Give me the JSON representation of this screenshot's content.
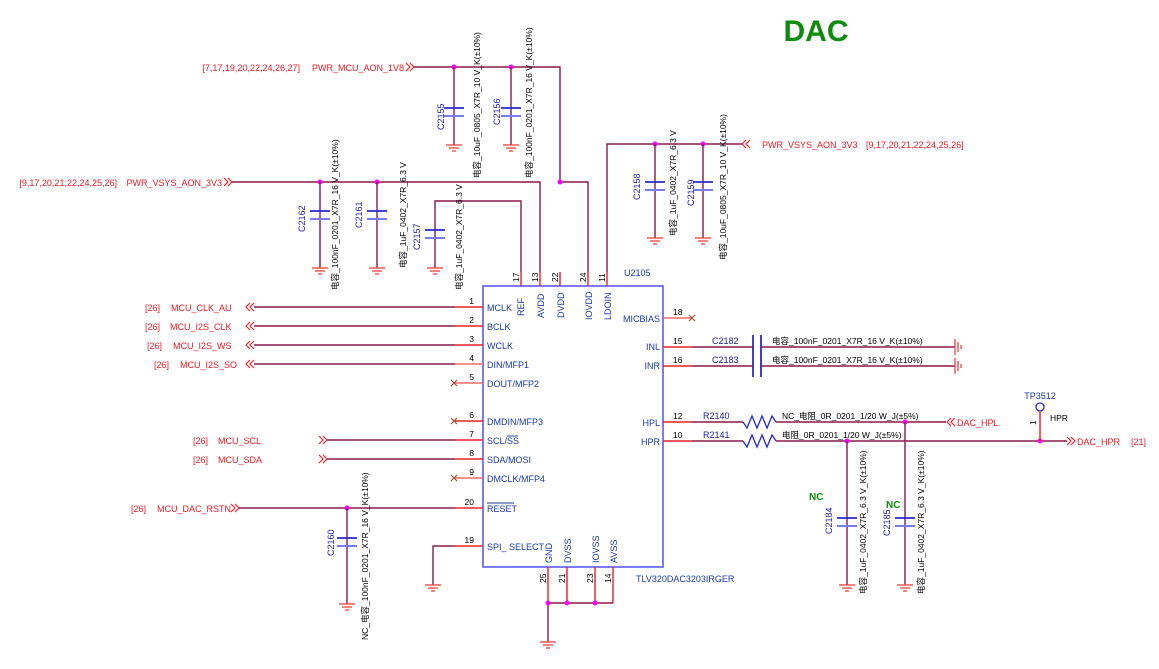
{
  "title": "DAC",
  "chip": {
    "ref": "U2105",
    "part": "TLV320DAC3203IRGER",
    "left_pins": [
      {
        "num": "1",
        "name": "MCLK"
      },
      {
        "num": "2",
        "name": "BCLK"
      },
      {
        "num": "3",
        "name": "WCLK"
      },
      {
        "num": "4",
        "name": "DIN/MFP1"
      },
      {
        "num": "5",
        "name": "DOUT/MFP2"
      },
      {
        "num": "6",
        "name": "DMDIN/MFP3"
      },
      {
        "num": "7",
        "name": "SCL/SS"
      },
      {
        "num": "8",
        "name": "SDA/MOSI"
      },
      {
        "num": "9",
        "name": "DMCLK/MFP4"
      },
      {
        "num": "20",
        "name": "RESET"
      },
      {
        "num": "19",
        "name": "SPI_ SELECT"
      }
    ],
    "top_pins": [
      {
        "num": "17",
        "name": "REF"
      },
      {
        "num": "13",
        "name": "AVDD"
      },
      {
        "num": "22",
        "name": "DVDD"
      },
      {
        "num": "24",
        "name": "IOVDD"
      },
      {
        "num": "11",
        "name": "LDOIN"
      }
    ],
    "right_pins": [
      {
        "num": "18",
        "name": "MICBIAS"
      },
      {
        "num": "15",
        "name": "INL"
      },
      {
        "num": "16",
        "name": "INR"
      },
      {
        "num": "12",
        "name": "HPL"
      },
      {
        "num": "10",
        "name": "HPR"
      }
    ],
    "bottom_pins": [
      {
        "num": "25",
        "name": "GND"
      },
      {
        "num": "21",
        "name": "DVSS"
      },
      {
        "num": "23",
        "name": "IOVSS"
      },
      {
        "num": "14",
        "name": "AVSS"
      }
    ]
  },
  "nets": {
    "pwr_1v8": {
      "name": "PWR_MCU_AON_1V8",
      "pages": "[7,17,19,20,22,24,26,27]"
    },
    "pwr_3v3_left": {
      "name": "PWR_VSYS_AON_3V3",
      "pages": "[9,17,20,21,22,24,25,26]"
    },
    "pwr_3v3_right": {
      "name": "PWR_VSYS_AON_3V3",
      "pages": "[9,17,20,21,22,24,25,26]"
    },
    "mcu_clk_au": {
      "name": "MCU_CLK_AU",
      "pages": "[26]"
    },
    "mcu_i2s_clk": {
      "name": "MCU_I2S_CLK",
      "pages": "[26]"
    },
    "mcu_i2s_ws": {
      "name": "MCU_I2S_WS",
      "pages": "[26]"
    },
    "mcu_i2s_so": {
      "name": "MCU_I2S_SO",
      "pages": "[26]"
    },
    "mcu_scl": {
      "name": "MCU_SCL",
      "pages": "[26]"
    },
    "mcu_sda": {
      "name": "MCU_SDA",
      "pages": "[26]"
    },
    "mcu_dac_rstn": {
      "name": "MCU_DAC_RSTN",
      "pages": "[26]"
    },
    "dac_hpl": {
      "name": "DAC_HPL"
    },
    "dac_hpr": {
      "name": "DAC_HPR",
      "pages": "[21]"
    }
  },
  "capacitors": {
    "C2155": {
      "ref": "C2155",
      "value": "电容_10uF_0805_X7R_10 V_K(±10%)"
    },
    "C2156": {
      "ref": "C2156",
      "value": "电容_100nF_0201_X7R_16 V_K(±10%)"
    },
    "C2162": {
      "ref": "C2162",
      "value": "电容_100nF_0201_X7R_16 V_K(±10%)"
    },
    "C2161": {
      "ref": "C2161",
      "value": "电容_1uF_0402_X7R_6.3 V"
    },
    "C2157": {
      "ref": "C2157",
      "value": "电容_1uF_0402_X7R_6.3 V"
    },
    "C2158": {
      "ref": "C2158",
      "value": "电容_1uF_0402_X7R_6.3 V"
    },
    "C2159": {
      "ref": "C2159",
      "value": "电容_10uF_0805_X7R_10 V_K(±10%)"
    },
    "C2160": {
      "ref": "C2160",
      "value": "NC_电容_100nF_0201_X7R_16 V_K(±10%)"
    },
    "C2182": {
      "ref": "C2182",
      "value": "电容_100nF_0201_X7R_16 V_K(±10%)"
    },
    "C2183": {
      "ref": "C2183",
      "value": "电容_100nF_0201_X7R_16 V_K(±10%)"
    },
    "C2184": {
      "ref": "C2184",
      "value": "电容_1uF_0402_X7R_6.3 V_K(±10%)",
      "note": "NC"
    },
    "C2185": {
      "ref": "C2185",
      "value": "电容_1uF_0402_X7R_6.3 V_K(±10%)",
      "note": "NC"
    }
  },
  "resistors": {
    "R2140": {
      "ref": "R2140",
      "value": "NC_电阻_0R_0201_1/20 W_J(±5%)"
    },
    "R2141": {
      "ref": "R2141",
      "value": "电阻_0R_0201_1/20 W_J(±5%)"
    }
  },
  "testpoint": {
    "ref": "TP3512",
    "pin": "1",
    "net": "HPR"
  },
  "colors": {
    "title": "#0e8a0e",
    "net_label": "#e81c24",
    "wire": "#8a1a4a",
    "junction": "#ff00ff",
    "chip_outline": "#5a5aff",
    "refdes": "#1a1aa0"
  }
}
